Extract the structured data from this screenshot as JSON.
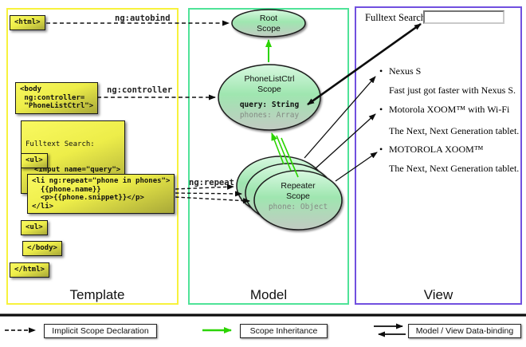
{
  "template_panel": {
    "title": "Template",
    "boxes": {
      "html_open": "<html>",
      "body_open": "<body\n ng:controller=\n \"PhoneListCtrl\">",
      "fulltext_label": "Fulltext Search:",
      "fulltext_input": "  <input name=\"query\">",
      "ul_open": "<ul>",
      "li_repeat": "<li ng:repeat=\"phone in phones\">\n  {{phone.name}}\n  <p>{{phone.snippet}}</p>\n</li>",
      "ul_close": "<ul>",
      "body_close": "</body>",
      "html_close": "</html>"
    },
    "labels": {
      "autobind": "ng:autobind",
      "controller": "ng:controller",
      "repeat": "ng:repeat"
    }
  },
  "model_panel": {
    "title": "Model",
    "root_scope": {
      "title": "Root\nScope"
    },
    "phonelist_scope": {
      "title": "PhoneListCtrl\nScope",
      "prop_query": "query: String",
      "prop_phones": "phones: Array"
    },
    "repeater_scope": {
      "title": "Repeater\nScope",
      "prop_phone": "phone: Object"
    }
  },
  "view_panel": {
    "title": "View",
    "search_label": "Fulltext Search:",
    "search_value": "",
    "items": [
      {
        "name": "Nexus S",
        "desc": "Fast just got faster with Nexus S."
      },
      {
        "name": "Motorola XOOM™  with Wi-Fi",
        "desc": "The Next, Next Generation tablet."
      },
      {
        "name": "MOTOROLA XOOM™",
        "desc": "The Next, Next Generation tablet."
      }
    ]
  },
  "legend": {
    "implicit": "Implicit Scope Declaration",
    "inheritance": "Scope Inheritance",
    "databinding": "Model / View Data-binding"
  },
  "colors": {
    "template_border": "#f7f23c",
    "model_border": "#4fe398",
    "view_border": "#7150df",
    "scope_green_arrow": "#2bd400",
    "box_yellow": "#efef49",
    "ellipse_green": "#a5e8b4"
  }
}
